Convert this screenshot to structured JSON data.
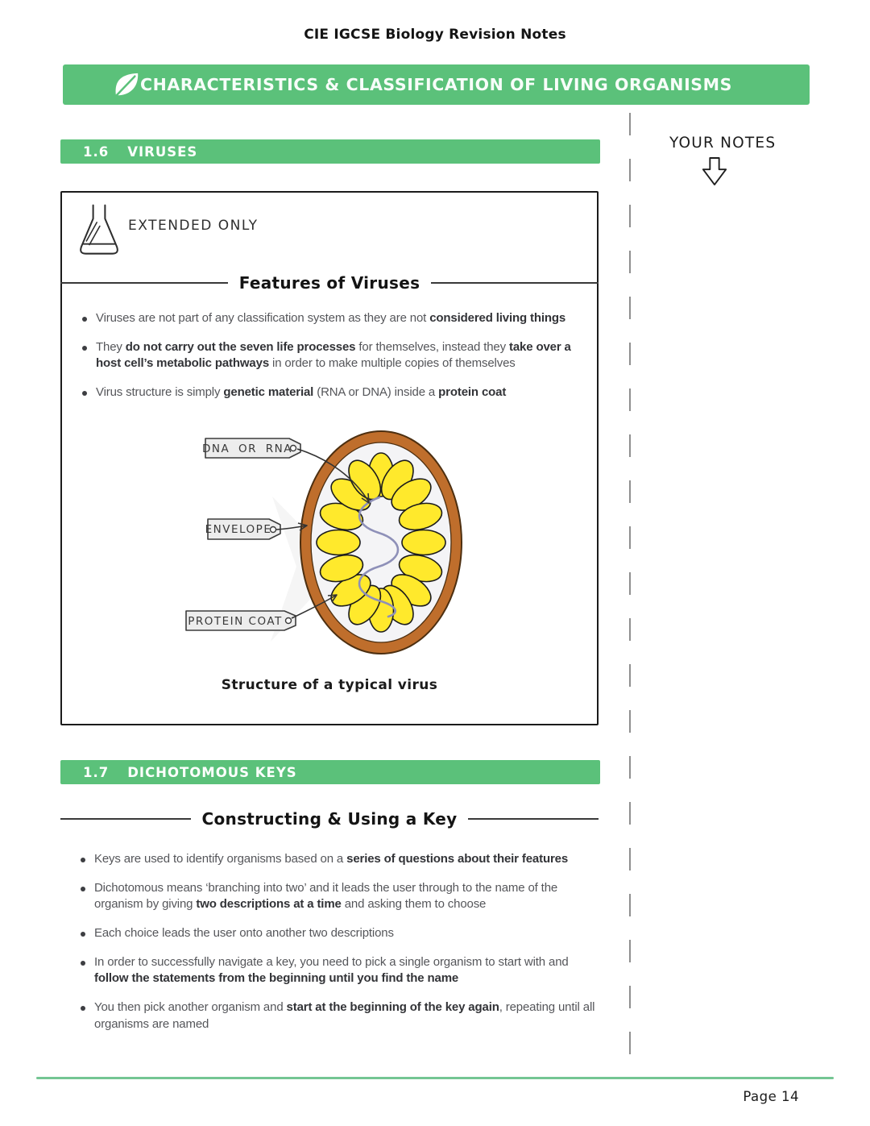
{
  "page": {
    "header_title": "CIE IGCSE Biology Revision Notes",
    "page_number": "Page 14"
  },
  "banner": {
    "title": "CHARACTERISTICS & CLASSIFICATION OF LIVING ORGANISMS",
    "icon": "leaf-icon",
    "color": "#5bc17a"
  },
  "notes_column": {
    "label": "YOUR NOTES",
    "icon": "down-arrow-icon"
  },
  "sections": {
    "viruses": {
      "number": "1.6",
      "title": "VIRUSES",
      "box_label": "EXTENDED ONLY",
      "box_icon": "flask-icon",
      "subheading": "Features of Viruses",
      "bullets": [
        [
          [
            "Viruses are not part of any classification system as they are not ",
            0
          ],
          [
            "considered living things",
            1
          ]
        ],
        [
          [
            "They ",
            0
          ],
          [
            "do not carry out the seven life processes",
            1
          ],
          [
            " for themselves, instead they ",
            0
          ],
          [
            "take over a host cell’s metabolic pathways",
            1
          ],
          [
            " in order to make multiple copies of themselves",
            0
          ]
        ],
        [
          [
            "Virus structure is simply ",
            0
          ],
          [
            "genetic material",
            1
          ],
          [
            " (RNA or DNA) inside a ",
            0
          ],
          [
            "protein coat",
            1
          ]
        ]
      ],
      "diagram": {
        "label_genetic_material": "DNA OR RNA",
        "label_envelope": "ENVELOPE",
        "label_protein_coat": "PROTEIN COAT",
        "caption": "Structure of a typical virus",
        "colors": {
          "envelope_ring": "#bf6e2c",
          "protein_coat": "#ffe92c",
          "genetic_material": "#8e90b8"
        }
      }
    },
    "dichotomous_keys": {
      "number": "1.7",
      "title": "DICHOTOMOUS KEYS",
      "subheading": "Constructing & Using a Key",
      "bullets": [
        [
          [
            "Keys are used to identify organisms based on a ",
            0
          ],
          [
            "series of questions about their features",
            1
          ]
        ],
        [
          [
            "Dichotomous means ‘branching into two’ and it leads the user through to the name of the organism by giving ",
            0
          ],
          [
            "two descriptions at a time",
            1
          ],
          [
            " and asking them to choose",
            0
          ]
        ],
        [
          [
            "Each choice leads the user onto another two descriptions",
            0
          ]
        ],
        [
          [
            "In order to successfully navigate a key, you need to pick a single organism to start with and ",
            0
          ],
          [
            "follow the statements from the beginning until you find the name",
            1
          ]
        ],
        [
          [
            "You then pick another organism and ",
            0
          ],
          [
            "start at the beginning of the key again",
            1
          ],
          [
            ", repeating until all organisms are named",
            0
          ]
        ]
      ]
    }
  },
  "colors": {
    "accent_green": "#5bc17a",
    "footer_rule_green": "#74c693",
    "body_text": "#55565a",
    "bold_text": "#323337"
  }
}
